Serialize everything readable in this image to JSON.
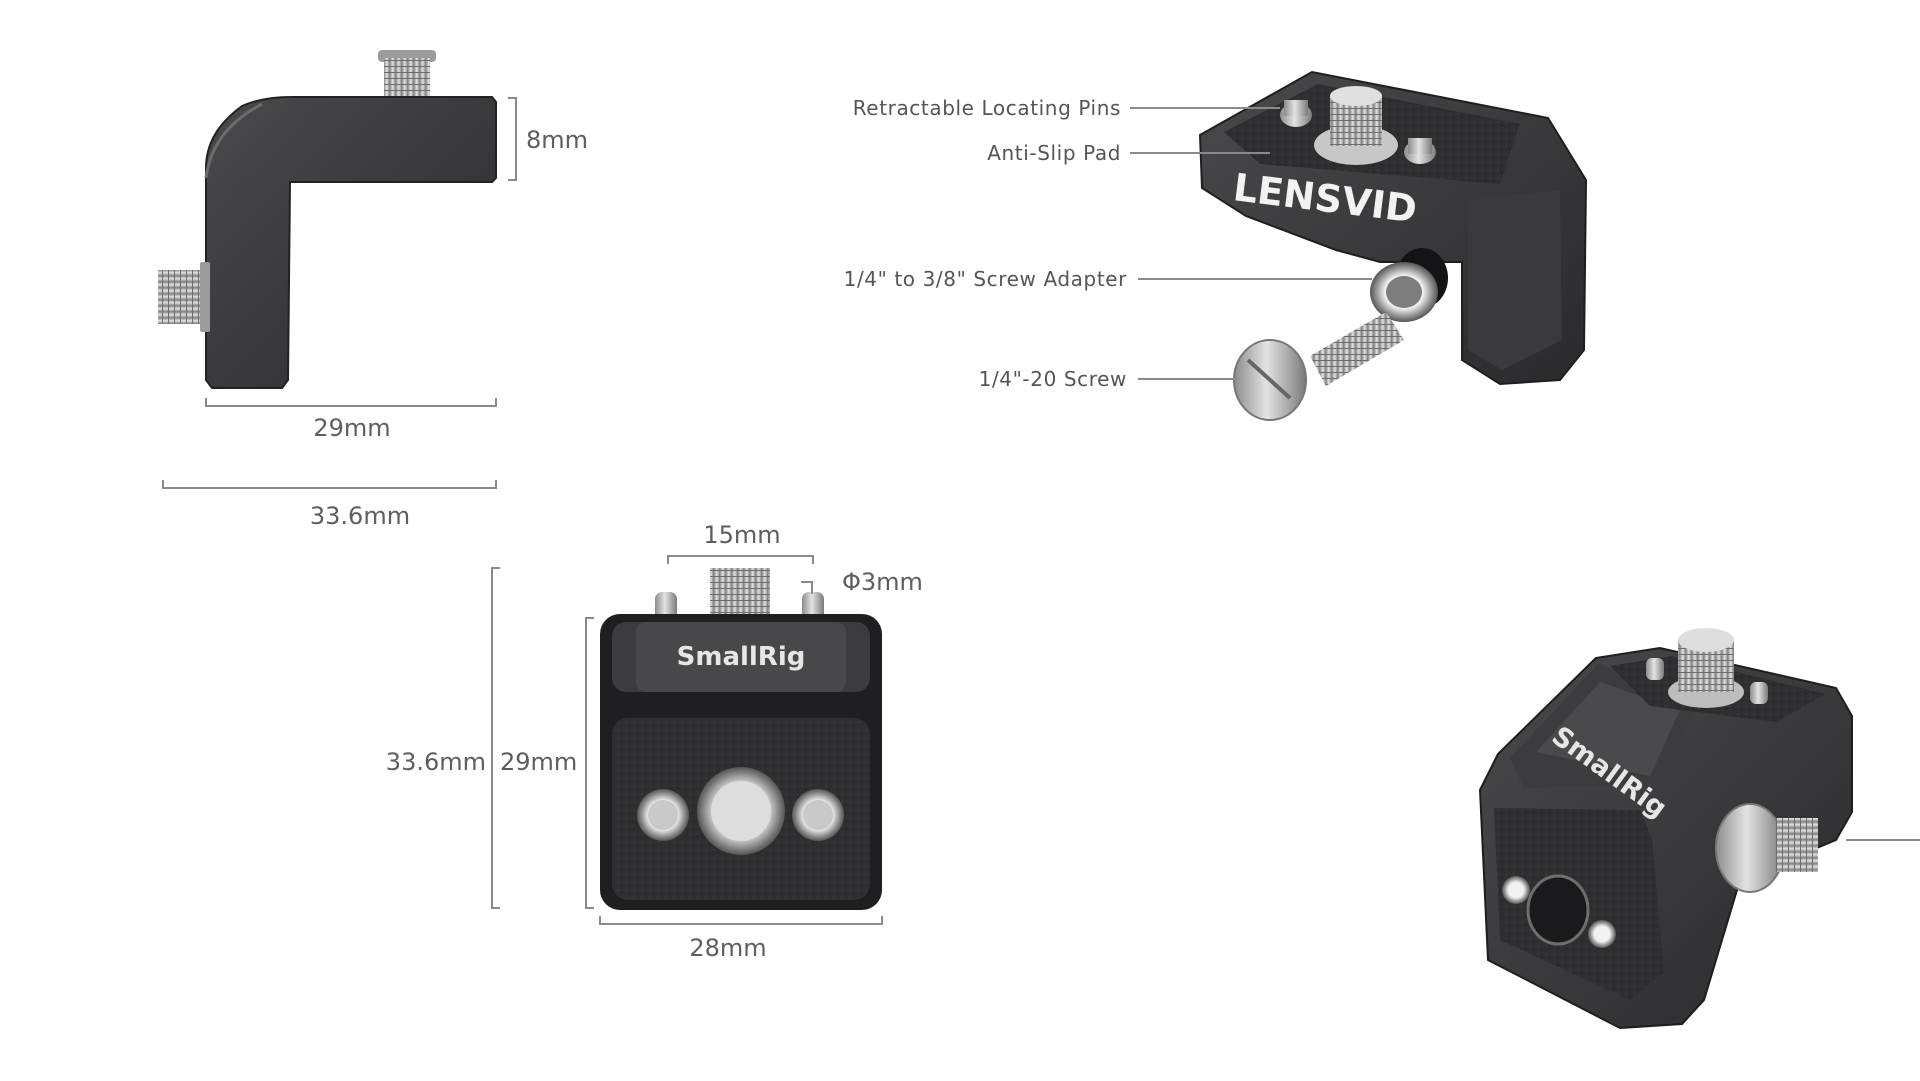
{
  "dimensions": {
    "side_height": "8mm",
    "side_body_width": "29mm",
    "side_total_width": "33.6mm",
    "front_pin_spacing": "15mm",
    "front_pin_diameter": "Φ3mm",
    "front_total_height": "33.6mm",
    "front_body_height": "29mm",
    "front_width": "28mm"
  },
  "callouts": [
    {
      "label": "Retractable Locating Pins"
    },
    {
      "label": "Anti-Slip Pad"
    },
    {
      "label": "1/4\" to 3/8\" Screw Adapter"
    },
    {
      "label": "1/4\"-20 Screw"
    }
  ],
  "logos": {
    "watermark": "LENSVID",
    "front": "SmallRig",
    "perspective": "SmallRig"
  },
  "colors": {
    "metal_dark": "#2e2e30",
    "metal_face": "#3d3d40",
    "steel": "#b8b8b8",
    "line": "#8a8a8a",
    "text": "#5e5e5e"
  }
}
